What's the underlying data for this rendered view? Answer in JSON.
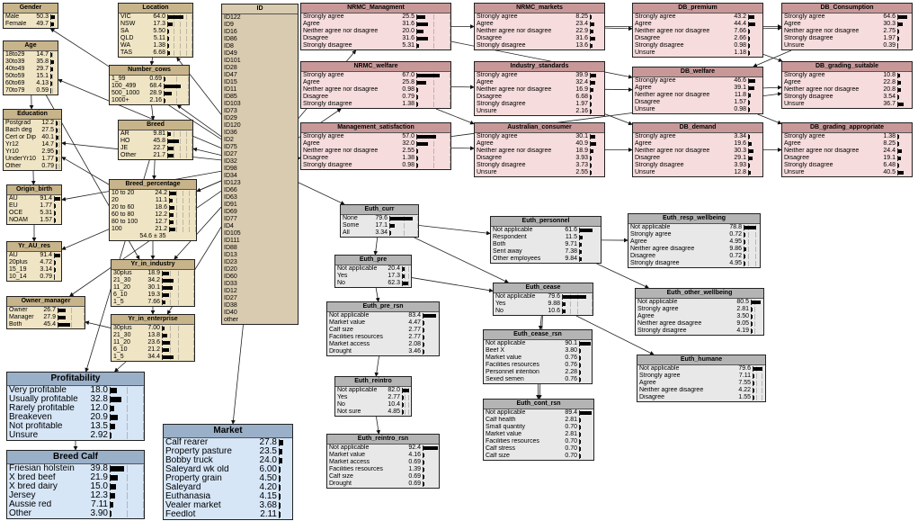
{
  "colors": {
    "tan": "#efe4c4",
    "tan_bar": "#c8b48a",
    "pink": "#f6dcdc",
    "pink_bar": "#c89898",
    "grey": "#e8e8e8",
    "grey_bar": "#b4b4b4",
    "blue": "#d6e6f7",
    "blue_bar": "#9ab0c8",
    "id_bg": "#d9cbb0"
  },
  "nodes": [
    {
      "id": "gender",
      "title": "Gender",
      "theme": "tan",
      "rows": [
        [
          "Male",
          "50.3"
        ],
        [
          "Female",
          "49.7"
        ]
      ]
    },
    {
      "id": "age",
      "title": "Age",
      "theme": "tan",
      "rows": [
        [
          "18to29",
          "14.7"
        ],
        [
          "30to39",
          "35.8"
        ],
        [
          "40to49",
          "29.7"
        ],
        [
          "50to59",
          "15.1"
        ],
        [
          "60to69",
          "4.13"
        ],
        [
          "70to79",
          "0.59"
        ]
      ]
    },
    {
      "id": "education",
      "title": "Education",
      "theme": "tan",
      "rows": [
        [
          "Postgrad",
          "12.2"
        ],
        [
          "Bach deg",
          "27.5"
        ],
        [
          "Cert or Dip",
          "40.1"
        ],
        [
          "Yr12",
          "14.7"
        ],
        [
          "Yr10",
          "2.95"
        ],
        [
          "UnderYr10",
          "1.77"
        ],
        [
          "Other",
          "0.79"
        ]
      ]
    },
    {
      "id": "origin",
      "title": "Origin_birth",
      "theme": "tan",
      "rows": [
        [
          "AU",
          "91.4"
        ],
        [
          "EU",
          "1.77"
        ],
        [
          "OCE",
          "5.31"
        ],
        [
          "NOAM",
          "1.57"
        ]
      ]
    },
    {
      "id": "yrau",
      "title": "Yr_AU_res",
      "theme": "tan",
      "rows": [
        [
          "AU",
          "91.4"
        ],
        [
          "20plus",
          "4.72"
        ],
        [
          "15_19",
          "3.14"
        ],
        [
          "10_14",
          "0.79"
        ]
      ]
    },
    {
      "id": "owner",
      "title": "Owner_manager",
      "theme": "tan",
      "rows": [
        [
          "Owner",
          "26.7"
        ],
        [
          "Manager",
          "27.9"
        ],
        [
          "Both",
          "45.4"
        ]
      ]
    },
    {
      "id": "location",
      "title": "Location",
      "theme": "tan",
      "rows": [
        [
          "VIC",
          "64.0"
        ],
        [
          "NSW",
          "17.3"
        ],
        [
          "SA",
          "5.50"
        ],
        [
          "QLD",
          "5.11"
        ],
        [
          "WA",
          "1.38"
        ],
        [
          "TAS",
          "6.68"
        ]
      ]
    },
    {
      "id": "numcows",
      "title": "Number_cows",
      "theme": "tan",
      "rows": [
        [
          "1_99",
          "0.69"
        ],
        [
          "100_499",
          "68.4"
        ],
        [
          "500_1000",
          "28.9"
        ],
        [
          "1000+",
          "2.16"
        ]
      ]
    },
    {
      "id": "breed",
      "title": "Breed",
      "theme": "tan",
      "rows": [
        [
          "AR",
          "9.81"
        ],
        [
          "HO",
          "45.8"
        ],
        [
          "JE",
          "22.7"
        ],
        [
          "Other",
          "21.7"
        ]
      ]
    },
    {
      "id": "breedpct",
      "title": "Breed_percentage",
      "theme": "tan",
      "rows": [
        [
          "10 to 20",
          "24.2"
        ],
        [
          "20",
          "11.1"
        ],
        [
          "20 to 60",
          "18.6"
        ],
        [
          "60 to 80",
          "12.2"
        ],
        [
          "80 to 100",
          "12.7"
        ],
        [
          "100",
          "21.2"
        ]
      ],
      "footer": "54.6 ± 35"
    },
    {
      "id": "yrind",
      "title": "Yr_in_industry",
      "theme": "tan",
      "rows": [
        [
          "30plus",
          "18.9"
        ],
        [
          "21_30",
          "34.2"
        ],
        [
          "11_20",
          "30.1"
        ],
        [
          "6_10",
          "19.3"
        ],
        [
          "1_5",
          "7.66"
        ]
      ]
    },
    {
      "id": "yrent",
      "title": "Yr_in_enterprise",
      "theme": "tan",
      "rows": [
        [
          "30plus",
          "7.00"
        ],
        [
          "21_30",
          "13.8"
        ],
        [
          "11_20",
          "23.6"
        ],
        [
          "6_10",
          "21.2"
        ],
        [
          "1_5",
          "34.4"
        ]
      ]
    },
    {
      "id": "profit",
      "title": "Profitability",
      "theme": "blue",
      "big": true,
      "rows": [
        [
          "Very profitable",
          "18.0"
        ],
        [
          "Usually profitable",
          "32.8"
        ],
        [
          "Rarely profitable",
          "12.0"
        ],
        [
          "Breakeven",
          "20.9"
        ],
        [
          "Not profitable",
          "13.5"
        ],
        [
          "Unsure",
          "2.92"
        ]
      ]
    },
    {
      "id": "breedcalf",
      "title": "Breed Calf",
      "theme": "blue",
      "big": true,
      "rows": [
        [
          "Friesian holstein",
          "39.8"
        ],
        [
          "X bred beef",
          "21.9"
        ],
        [
          "X bred dairy",
          "15.0"
        ],
        [
          "Jersey",
          "12.3"
        ],
        [
          "Aussie red",
          "7.11"
        ],
        [
          "Other",
          "3.90"
        ]
      ]
    },
    {
      "id": "market",
      "title": "Market",
      "theme": "blue",
      "big": true,
      "rows": [
        [
          "Calf rearer",
          "27.8"
        ],
        [
          "Property pasture",
          "23.5"
        ],
        [
          "Bobby truck",
          "24.0"
        ],
        [
          "Saleyard wk old",
          "6.00"
        ],
        [
          "Property grain",
          "4.50"
        ],
        [
          "Saleyard",
          "4.20"
        ],
        [
          "Euthanasia",
          "4.15"
        ],
        [
          "Vealer market",
          "3.68"
        ],
        [
          "Feedlot",
          "2.11"
        ]
      ]
    },
    {
      "id": "idnode",
      "title": "ID",
      "theme": "id",
      "rows": [
        [
          "ID122",
          "1.96"
        ],
        [
          "ID9",
          "1.96"
        ],
        [
          "ID16",
          "1.77"
        ],
        [
          "ID86",
          "1.77"
        ],
        [
          "ID8",
          "1.77"
        ],
        [
          "ID49",
          "1.77"
        ],
        [
          "ID101",
          "1.57"
        ],
        [
          "ID28",
          "1.57"
        ],
        [
          "ID47",
          "1.38"
        ],
        [
          "ID15",
          "1.38"
        ],
        [
          "ID11",
          "1.38"
        ],
        [
          "ID85",
          "1.38"
        ],
        [
          "ID103",
          "1.38"
        ],
        [
          "ID73",
          "1.38"
        ],
        [
          "ID29",
          "1.38"
        ],
        [
          "ID120",
          "1.38"
        ],
        [
          "ID36",
          "1.18"
        ],
        [
          "ID2",
          "1.18"
        ],
        [
          "ID75",
          "1.18"
        ],
        [
          "ID27",
          "1.18"
        ],
        [
          "ID32",
          "1.18"
        ],
        [
          "ID98",
          "1.18"
        ],
        [
          "ID34",
          "1.18"
        ],
        [
          "ID123",
          "1.18"
        ],
        [
          "ID66",
          "1.18"
        ],
        [
          "ID63",
          "1.18"
        ],
        [
          "ID91",
          "1.18"
        ],
        [
          "ID69",
          "1.18"
        ],
        [
          "ID77",
          "0.99"
        ],
        [
          "ID4",
          "0.99"
        ],
        [
          "ID105",
          "0.99"
        ],
        [
          "ID111",
          "0.99"
        ],
        [
          "ID88",
          "0.99"
        ],
        [
          "ID13",
          "0.99"
        ],
        [
          "ID23",
          "0.99"
        ],
        [
          "ID20",
          "0.99"
        ],
        [
          "ID60",
          "0.99"
        ],
        [
          "ID33",
          "0.99"
        ],
        [
          "ID12",
          "0.79"
        ],
        [
          "ID27",
          "0.79"
        ],
        [
          "ID38",
          "0.79"
        ],
        [
          "ID40",
          "0.79"
        ],
        [
          "other",
          "38.7"
        ]
      ]
    },
    {
      "id": "nrmc_man",
      "title": "NRMC_Managment",
      "theme": "pink",
      "rows": [
        [
          "Strongly agree",
          "25.5"
        ],
        [
          "Agree",
          "31.6"
        ],
        [
          "Neither agree nor disagree",
          "20.0"
        ],
        [
          "Disagree",
          "31.6"
        ],
        [
          "Strongly disagree",
          "5.31"
        ]
      ]
    },
    {
      "id": "nrmc_mkt",
      "title": "NRMC_markets",
      "theme": "pink",
      "rows": [
        [
          "Strongly agree",
          "8.25"
        ],
        [
          "Agree",
          "23.4"
        ],
        [
          "Neither agree nor disagree",
          "22.9"
        ],
        [
          "Disagree",
          "31.6"
        ],
        [
          "Strongly disagree",
          "13.6"
        ]
      ]
    },
    {
      "id": "db_prem",
      "title": "DB_premium",
      "theme": "pink",
      "rows": [
        [
          "Strongly agree",
          "43.2"
        ],
        [
          "Agree",
          "44.4"
        ],
        [
          "Neither agree nor disagree",
          "7.66"
        ],
        [
          "Disagree",
          "2.66"
        ],
        [
          "Strongly disagree",
          "0.98"
        ],
        [
          "Unsure",
          "1.18"
        ]
      ]
    },
    {
      "id": "db_cons",
      "title": "DB_Consumption",
      "theme": "pink",
      "rows": [
        [
          "Strongly agree",
          "64.6"
        ],
        [
          "Agree",
          "30.3"
        ],
        [
          "Neither agree nor disagree",
          "2.75"
        ],
        [
          "Strongly disagree",
          "1.97"
        ],
        [
          "Unsure",
          "0.39"
        ]
      ]
    },
    {
      "id": "nrmc_wel",
      "title": "NRMC_welfare",
      "theme": "pink",
      "rows": [
        [
          "Strongly agree",
          "67.0"
        ],
        [
          "Agree",
          "25.8"
        ],
        [
          "Neither agree nor disagree",
          "0.98"
        ],
        [
          "Disagree",
          "0.79"
        ],
        [
          "Strongly disagree",
          "1.38"
        ]
      ]
    },
    {
      "id": "ind_std",
      "title": "Industry_standards",
      "theme": "pink",
      "rows": [
        [
          "Strongly agree",
          "39.9"
        ],
        [
          "Agree",
          "32.4"
        ],
        [
          "Neither agree nor disagree",
          "16.9"
        ],
        [
          "Disagree",
          "6.68"
        ],
        [
          "Strongly disagree",
          "1.97"
        ],
        [
          "Unsure",
          "2.16"
        ]
      ]
    },
    {
      "id": "db_wel",
      "title": "DB_welfare",
      "theme": "pink",
      "rows": [
        [
          "Strongly agree",
          "46.6"
        ],
        [
          "Agree",
          "39.1"
        ],
        [
          "Neither agree nor disagree",
          "11.8"
        ],
        [
          "Disagree",
          "1.57"
        ],
        [
          "Unsure",
          "0.98"
        ]
      ]
    },
    {
      "id": "db_grade",
      "title": "DB_grading_suitable",
      "theme": "pink",
      "rows": [
        [
          "Strongly agree",
          "10.8"
        ],
        [
          "Agree",
          "22.8"
        ],
        [
          "Neither agree nor disagree",
          "20.8"
        ],
        [
          "Strongly disagree",
          "3.54"
        ],
        [
          "Unsure",
          "36.7"
        ]
      ]
    },
    {
      "id": "mgmt_sat",
      "title": "Management_satisfaction",
      "theme": "pink",
      "rows": [
        [
          "Strongly agree",
          "57.0"
        ],
        [
          "Agree",
          "32.0"
        ],
        [
          "Neither agree nor disagree",
          "2.55"
        ],
        [
          "Disagree",
          "1.38"
        ],
        [
          "Strongly disagree",
          "0.98"
        ]
      ]
    },
    {
      "id": "au_cons",
      "title": "Australian_consumer",
      "theme": "pink",
      "rows": [
        [
          "Strongly agree",
          "30.1"
        ],
        [
          "Agree",
          "40.9"
        ],
        [
          "Neither agree nor disagree",
          "18.9"
        ],
        [
          "Disagree",
          "3.93"
        ],
        [
          "Strongly disagree",
          "3.73"
        ],
        [
          "Unsure",
          "2.55"
        ]
      ]
    },
    {
      "id": "db_dem",
      "title": "DB_demand",
      "theme": "pink",
      "rows": [
        [
          "Strongly agree",
          "3.34"
        ],
        [
          "Agree",
          "19.6"
        ],
        [
          "Neither agree nor disagree",
          "30.3"
        ],
        [
          "Disagree",
          "29.1"
        ],
        [
          "Strongly disagree",
          "3.93"
        ],
        [
          "Unsure",
          "12.8"
        ]
      ]
    },
    {
      "id": "db_grapp",
      "title": "DB_grading_appropriate",
      "theme": "pink",
      "rows": [
        [
          "Strongly agree",
          "1.38"
        ],
        [
          "Agree",
          "8.25"
        ],
        [
          "Neither agree nor disagree",
          "24.4"
        ],
        [
          "Disagree",
          "19.1"
        ],
        [
          "Strongly disagree",
          "6.48"
        ],
        [
          "Unsure",
          "40.5"
        ]
      ]
    },
    {
      "id": "euth_curr",
      "title": "Euth_curr",
      "theme": "grey",
      "rows": [
        [
          "None",
          "79.6"
        ],
        [
          "Some",
          "17.1"
        ],
        [
          "All",
          "3.34"
        ]
      ]
    },
    {
      "id": "euth_pers",
      "title": "Euth_personnel",
      "theme": "grey",
      "rows": [
        [
          "Not applicable",
          "61.6"
        ],
        [
          "Respondent",
          "11.5"
        ],
        [
          "Both",
          "9.71"
        ],
        [
          "Sent away",
          "7.38"
        ],
        [
          "Other employees",
          "9.84"
        ]
      ]
    },
    {
      "id": "euth_resp",
      "title": "Euth_resp_wellbeing",
      "theme": "grey",
      "rows": [
        [
          "Not applicable",
          "78.8"
        ],
        [
          "Strongly agree",
          "0.72"
        ],
        [
          "Agree",
          "4.95"
        ],
        [
          "Neither agree disagree",
          "9.86"
        ],
        [
          "Disagree",
          "0.72"
        ],
        [
          "Strongly disagree",
          "4.95"
        ]
      ]
    },
    {
      "id": "euth_pre",
      "title": "Euth_pre",
      "theme": "grey",
      "rows": [
        [
          "Not applicable",
          "20.4"
        ],
        [
          "Yes",
          "17.3"
        ],
        [
          "No",
          "62.3"
        ]
      ]
    },
    {
      "id": "euth_cease",
      "title": "Euth_cease",
      "theme": "grey",
      "rows": [
        [
          "Not applicable",
          "79.6"
        ],
        [
          "Yes",
          "9.88"
        ],
        [
          "No",
          "10.6"
        ]
      ]
    },
    {
      "id": "euth_other",
      "title": "Euth_other_wellbeing",
      "theme": "grey",
      "rows": [
        [
          "Not applicable",
          "80.5"
        ],
        [
          "Strongly agree",
          "2.81"
        ],
        [
          "Agree",
          "3.50"
        ],
        [
          "Neither agree disagree",
          "9.05"
        ],
        [
          "Strongly disagree",
          "4.19"
        ]
      ]
    },
    {
      "id": "euth_prersn",
      "title": "Euth_pre_rsn",
      "theme": "grey",
      "rows": [
        [
          "Not applicable",
          "83.4"
        ],
        [
          "Market value",
          "4.47"
        ],
        [
          "Calf size",
          "2.77"
        ],
        [
          "Facilities resources",
          "2.77"
        ],
        [
          "Market access",
          "2.08"
        ],
        [
          "Drought",
          "3.46"
        ]
      ]
    },
    {
      "id": "euth_ceasersn",
      "title": "Euth_cease_rsn",
      "theme": "grey",
      "rows": [
        [
          "Not applicable",
          "90.1"
        ],
        [
          "Beef X",
          "3.80"
        ],
        [
          "Market value",
          "0.76"
        ],
        [
          "Facilities resources",
          "0.76"
        ],
        [
          "Personnel intention",
          "2.28"
        ],
        [
          "Sexed semen",
          "0.76"
        ]
      ]
    },
    {
      "id": "euth_humane",
      "title": "Euth_humane",
      "theme": "grey",
      "rows": [
        [
          "Not applicable",
          "79.6"
        ],
        [
          "Strongly agree",
          "7.11"
        ],
        [
          "Agree",
          "7.55"
        ],
        [
          "Neither agree disagree",
          "4.22"
        ],
        [
          "Disagree",
          "1.55"
        ]
      ]
    },
    {
      "id": "euth_reintro",
      "title": "Euth_reintro",
      "theme": "grey",
      "rows": [
        [
          "Not applicable",
          "82.0"
        ],
        [
          "Yes",
          "2.77"
        ],
        [
          "No",
          "10.4"
        ],
        [
          "Not sure",
          "4.85"
        ]
      ]
    },
    {
      "id": "euth_cont",
      "title": "Euth_cont_rsn",
      "theme": "grey",
      "rows": [
        [
          "Not applicable",
          "89.4"
        ],
        [
          "Calf health",
          "2.81"
        ],
        [
          "Small quantity",
          "0.70"
        ],
        [
          "Market value",
          "2.81"
        ],
        [
          "Facilities resources",
          "0.70"
        ],
        [
          "Calf stress",
          "0.70"
        ],
        [
          "Calf size",
          "0.70"
        ]
      ]
    },
    {
      "id": "euth_reintrorsn",
      "title": "Euth_reintro_rsn",
      "theme": "grey",
      "rows": [
        [
          "Not applicable",
          "92.4"
        ],
        [
          "Market value",
          "4.16"
        ],
        [
          "Market access",
          "0.69"
        ],
        [
          "Facilities resources",
          "1.39"
        ],
        [
          "Calf size",
          "0.69"
        ],
        [
          "Drought",
          "0.69"
        ]
      ]
    }
  ]
}
